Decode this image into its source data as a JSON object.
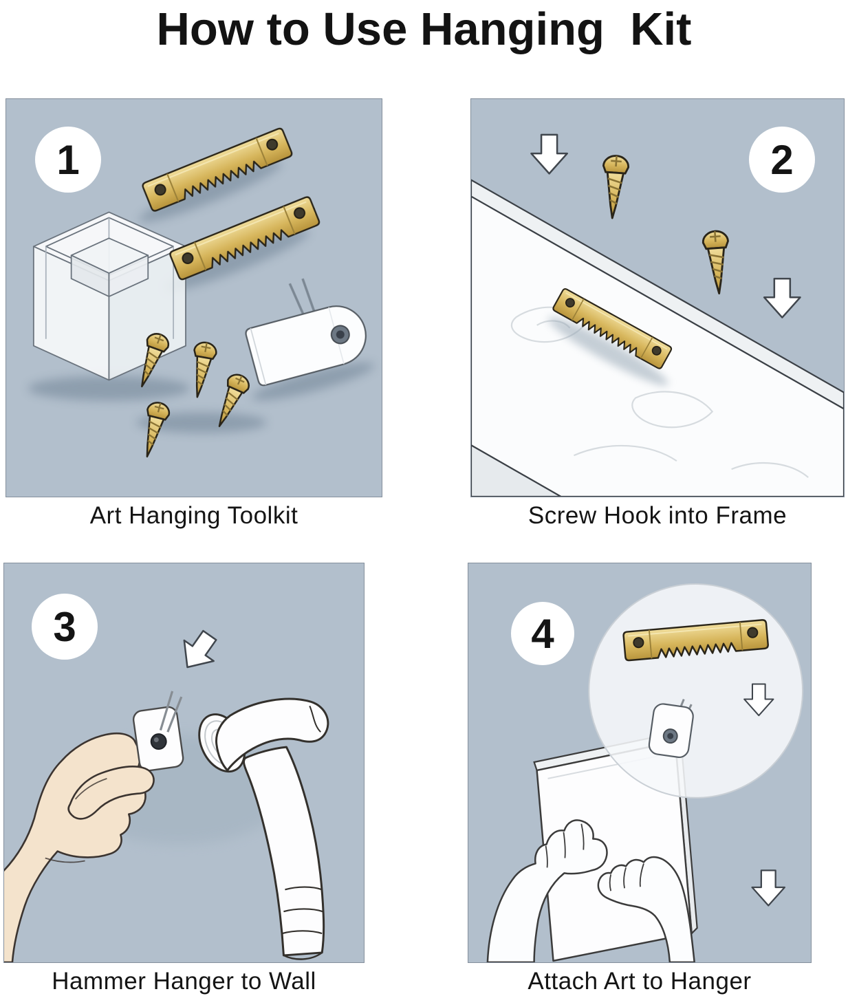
{
  "title": "How to Use Hanging  Kit",
  "panels": [
    {
      "number": "1",
      "caption": "Art Hanging Toolkit",
      "parts": [
        "sawtooth-hanger",
        "sawtooth-hanger",
        "storage-box",
        "screw",
        "screw",
        "screw",
        "screw",
        "nail-hook"
      ]
    },
    {
      "number": "2",
      "caption": "Screw Hook into Frame",
      "parts": [
        "down-arrow",
        "screw",
        "screw",
        "picture-frame",
        "sawtooth-hanger",
        "down-arrow"
      ]
    },
    {
      "number": "3",
      "caption": "Hammer Hanger to Wall",
      "parts": [
        "down-left-arrow",
        "hand",
        "wall-hanger",
        "hammer"
      ]
    },
    {
      "number": "4",
      "caption": "Attach Art to Hanger",
      "parts": [
        "magnifier-circle",
        "sawtooth-hanger",
        "nail-hook",
        "down-arrow",
        "canvas",
        "hand",
        "hand",
        "down-arrow"
      ]
    }
  ],
  "colors": {
    "panel_background": "#b2bfcc",
    "brass_light": "#f0dd9b",
    "brass": "#d7b65c",
    "brass_dark": "#b8943c",
    "skin": "#f4e3cc",
    "outline": "#2b2b2b",
    "text": "#141414",
    "background": "#ffffff"
  }
}
